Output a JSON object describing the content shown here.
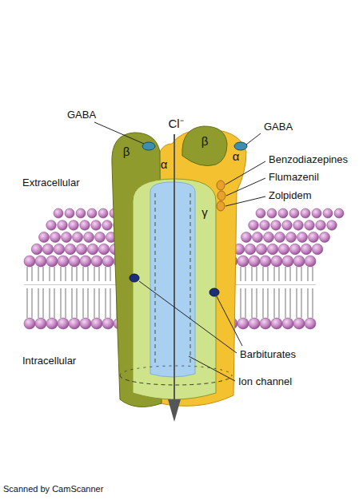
{
  "diagram": {
    "labels": [
      "Cl⁻",
      "GABA",
      "β",
      "α",
      "β",
      "GABA",
      "Extracellular",
      "Benzodiazepines",
      "α",
      "Flumazenil",
      "γ",
      "Zolpidem",
      "Barbiturates",
      "Intracellular",
      "Ion channel",
      "Scanned by CamScanner"
    ]
  }
}
